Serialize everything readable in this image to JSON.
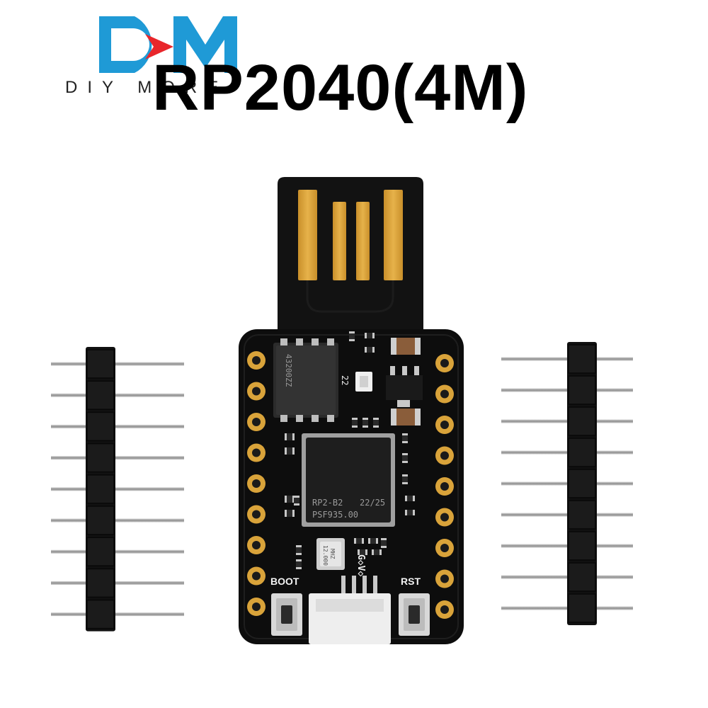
{
  "brand": {
    "logo_text": "DIY MORE",
    "colors": {
      "blue": "#1f9ad6",
      "red": "#e8262b"
    }
  },
  "title": "RP2040(4M)",
  "board": {
    "flash_chip_label": "43200ZZ",
    "mcu_line1": "RP2-B2",
    "mcu_line1b": "22/25",
    "mcu_line2": "PSF935.00",
    "crystal_line1": "12.000",
    "crystal_line2": "MHZ",
    "chip_small_label": "22",
    "boot_label": "BOOT",
    "rst_label": "RST",
    "connector_label": "G◇V◇",
    "colors": {
      "pcb": "#111111",
      "gold": "#d9a33a",
      "silk": "#f2f2f2"
    }
  }
}
